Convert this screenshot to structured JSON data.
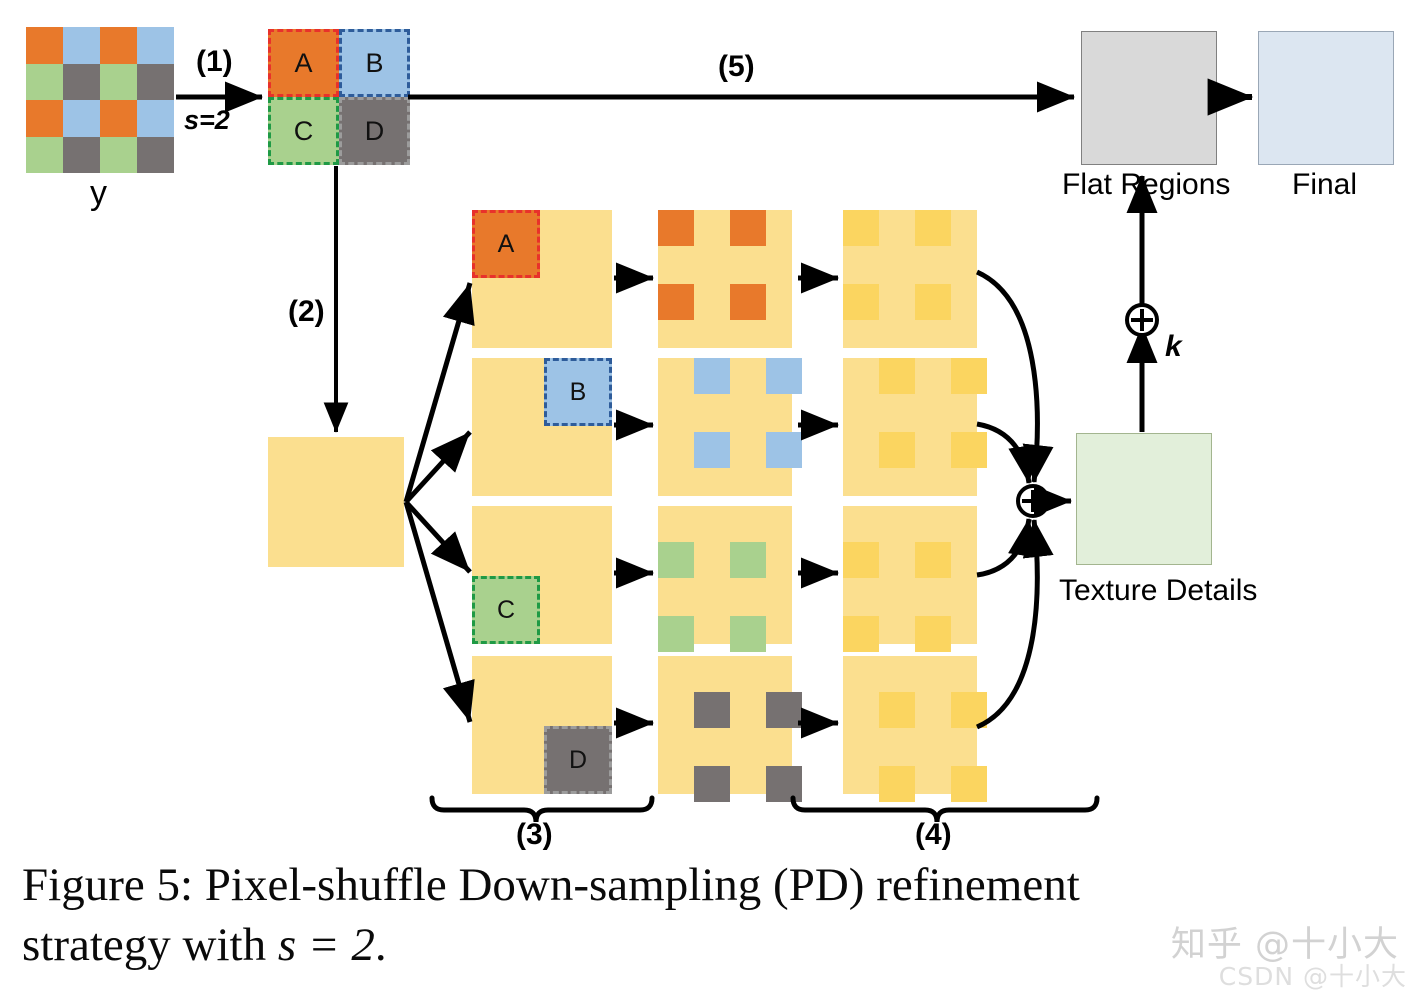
{
  "figure": {
    "caption_line1": "Figure 5: Pixel-shuffle Down-sampling (PD) refinement",
    "caption_line2_pre": "strategy with ",
    "caption_line2_math": "s = 2",
    "caption_line2_post": "."
  },
  "colors": {
    "orange": "#E8792B",
    "blue": "#9DC3E6",
    "green": "#A9D18E",
    "gray": "#767171",
    "yellow_base": "#FBDF8F",
    "yellow_dark": "#FBD560",
    "flat_fill": "#D9D9D9",
    "flat_stroke": "#808080",
    "final_fill": "#DCE6F1",
    "final_stroke": "#9AA7B6",
    "texture_fill": "#E2EFDA",
    "texture_stroke": "#A3B58F",
    "stroke_red": "#E8312B",
    "stroke_blue": "#2E5C9A",
    "stroke_green": "#1F9A45",
    "stroke_gray": "#9C9C9C",
    "arrow": "#000000"
  },
  "input": {
    "label": "y",
    "grid_rows": 4,
    "grid_cols": 4,
    "cells": [
      [
        "orange",
        "blue",
        "orange",
        "blue"
      ],
      [
        "green",
        "gray",
        "green",
        "gray"
      ],
      [
        "orange",
        "blue",
        "orange",
        "blue"
      ],
      [
        "green",
        "gray",
        "green",
        "gray"
      ]
    ]
  },
  "steps": {
    "s1": "(1)",
    "s2": "(2)",
    "s3": "(3)",
    "s4": "(4)",
    "s5": "(5)",
    "scale": "s=2",
    "k": "k",
    "plus": "⊕"
  },
  "pixel_shuffle_block": {
    "cells": [
      {
        "tag": "A",
        "fill": "orange",
        "stroke": "stroke_red"
      },
      {
        "tag": "B",
        "fill": "blue",
        "stroke": "stroke_blue"
      },
      {
        "tag": "C",
        "fill": "green",
        "stroke": "stroke_green"
      },
      {
        "tag": "D",
        "fill": "gray",
        "stroke": "stroke_gray"
      }
    ]
  },
  "rows": [
    {
      "tag": "A",
      "fill": "orange",
      "stroke": "stroke_red",
      "corner": "tl"
    },
    {
      "tag": "B",
      "fill": "blue",
      "stroke": "stroke_blue",
      "corner": "tr"
    },
    {
      "tag": "C",
      "fill": "green",
      "stroke": "stroke_green",
      "corner": "bl"
    },
    {
      "tag": "D",
      "fill": "gray",
      "stroke": "stroke_gray",
      "corner": "br"
    }
  ],
  "outputs": {
    "flat_regions_label": "Flat Regions",
    "final_label": "Final",
    "texture_details_label": "Texture Details"
  },
  "watermarks": {
    "zhihu": "知乎 @十小大",
    "csdn": "CSDN @十小大"
  }
}
